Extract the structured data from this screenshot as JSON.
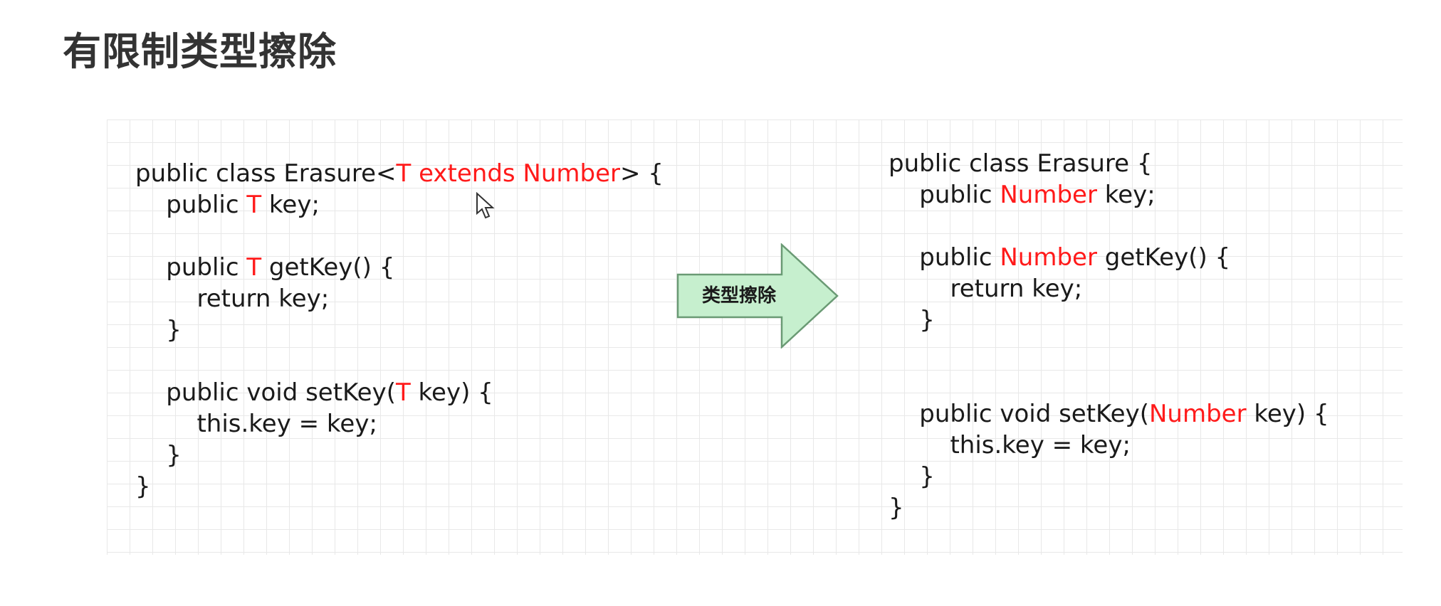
{
  "title": "有限制类型擦除",
  "arrow_label": "类型擦除",
  "left_code": [
    [
      {
        "t": "public class Erasure<"
      },
      {
        "t": "T extends Number",
        "hl": true
      },
      {
        "t": "> {"
      }
    ],
    [
      {
        "t": "    public "
      },
      {
        "t": "T",
        "hl": true
      },
      {
        "t": " key;"
      }
    ],
    [],
    [
      {
        "t": "    public "
      },
      {
        "t": "T",
        "hl": true
      },
      {
        "t": " getKey() {"
      }
    ],
    [
      {
        "t": "        return key;"
      }
    ],
    [
      {
        "t": "    }"
      }
    ],
    [],
    [
      {
        "t": "    public void setKey("
      },
      {
        "t": "T",
        "hl": true
      },
      {
        "t": " key) {"
      }
    ],
    [
      {
        "t": "        this.key = key;"
      }
    ],
    [
      {
        "t": "    }"
      }
    ],
    [
      {
        "t": "}"
      }
    ]
  ],
  "right_code": [
    [
      {
        "t": "public class Erasure {"
      }
    ],
    [
      {
        "t": "    public "
      },
      {
        "t": "Number",
        "hl": true
      },
      {
        "t": " key;"
      }
    ],
    [],
    [
      {
        "t": "    public "
      },
      {
        "t": "Number",
        "hl": true
      },
      {
        "t": " getKey() {"
      }
    ],
    [
      {
        "t": "        return key;"
      }
    ],
    [
      {
        "t": "    }"
      }
    ],
    [],
    [],
    [
      {
        "t": "    public void setKey("
      },
      {
        "t": "Number",
        "hl": true
      },
      {
        "t": " key) {"
      }
    ],
    [
      {
        "t": "        this.key = key;"
      }
    ],
    [
      {
        "t": "    }"
      }
    ],
    [
      {
        "t": "}"
      }
    ]
  ],
  "colors": {
    "highlight": "#ff1a1a",
    "arrow_fill": "#c6efce",
    "arrow_stroke": "#6a9a74",
    "text": "#1a1a1a",
    "title": "#333333"
  }
}
